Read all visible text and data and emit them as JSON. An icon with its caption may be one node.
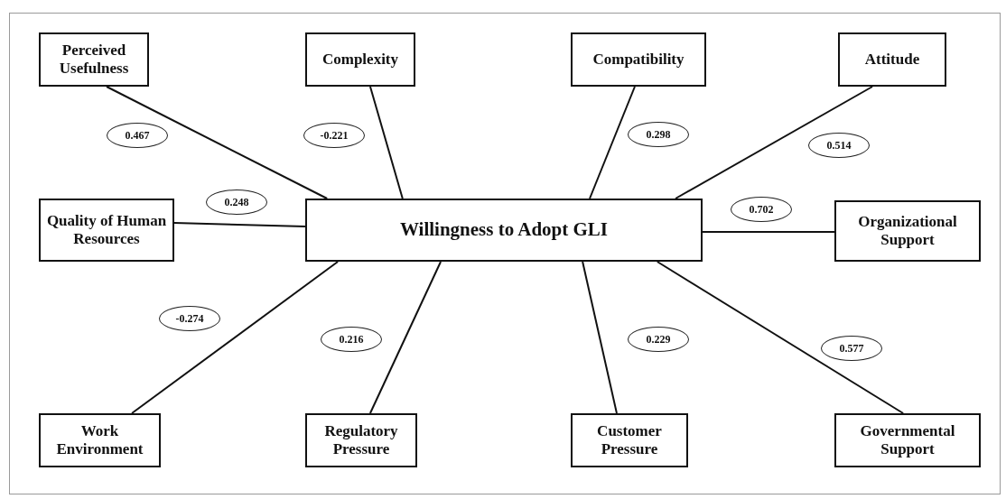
{
  "diagram": {
    "nodes": [
      {
        "text": [
          "Perceived Usefulness"
        ]
      },
      {
        "text": [
          "Complexity"
        ]
      },
      {
        "text": [
          "Compatibility"
        ]
      },
      {
        "text": [
          "Attitude"
        ]
      },
      {
        "text": [
          "Quality of Human Resources"
        ]
      },
      {
        "text": [
          "Willingness to Adopt GLI"
        ]
      },
      {
        "text": [
          "Organizational Support"
        ]
      },
      {
        "text": [
          "Work Environment"
        ]
      },
      {
        "text": [
          "Regulatory Pressure"
        ]
      },
      {
        "text": [
          "Customer Pressure"
        ]
      },
      {
        "text": [
          "Governmental Support"
        ]
      }
    ],
    "edges": [
      {
        "from": 0,
        "to": 5,
        "arrow": "none",
        "label": "0.467"
      },
      {
        "from": 1,
        "to": 5,
        "arrow": "none",
        "label": "-0.221"
      },
      {
        "from": 2,
        "to": 5,
        "arrow": "none",
        "label": "0.298"
      },
      {
        "from": 3,
        "to": 5,
        "arrow": "none",
        "label": "0.514"
      },
      {
        "from": 4,
        "to": 5,
        "arrow": "none",
        "label": "0.248"
      },
      {
        "from": 6,
        "to": 5,
        "arrow": "none",
        "label": "0.702"
      },
      {
        "from": 7,
        "to": 5,
        "arrow": "none",
        "label": "-0.274"
      },
      {
        "from": 8,
        "to": 5,
        "arrow": "none",
        "label": "0.216"
      },
      {
        "from": 9,
        "to": 5,
        "arrow": "none",
        "label": "0.229"
      },
      {
        "from": 10,
        "to": 5,
        "arrow": "none",
        "label": "0.577"
      }
    ]
  }
}
